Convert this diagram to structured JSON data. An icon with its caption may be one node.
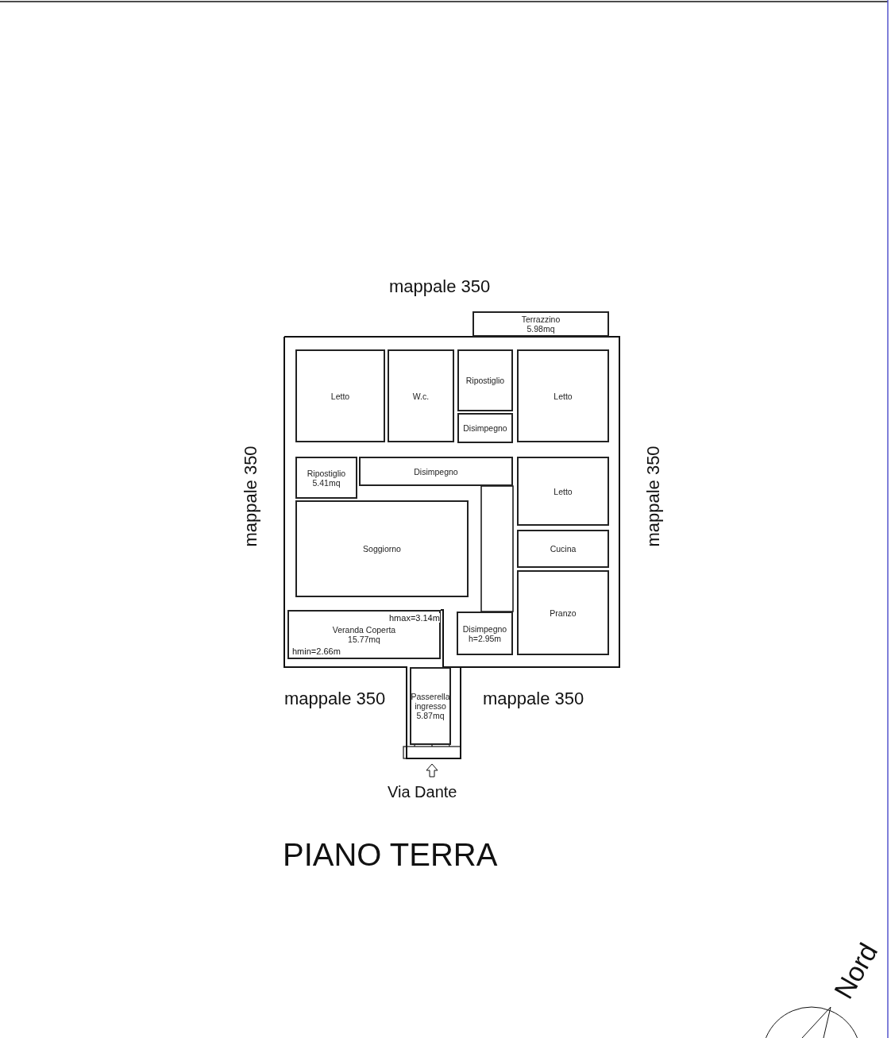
{
  "diagram": {
    "title": "PIANO TERRA",
    "nodes": [
      {
        "text": [
          "Terrazzino",
          "5.98mq"
        ]
      },
      {
        "text": [
          "Letto"
        ]
      },
      {
        "text": [
          "W.c."
        ]
      },
      {
        "text": [
          "Ripostiglio"
        ]
      },
      {
        "text": [
          "Letto"
        ]
      },
      {
        "text": [
          "Disimpegno"
        ]
      },
      {
        "text": [
          "Ripostiglio",
          "5.41mq"
        ]
      },
      {
        "text": [
          "Disimpegno"
        ]
      },
      {
        "text": [
          "Letto"
        ]
      },
      {
        "text": [
          "Soggiorno"
        ]
      },
      {
        "text": [
          "Cucina"
        ]
      },
      {
        "text": [
          "Pranzo"
        ]
      },
      {
        "text": [
          "Veranda Coperta",
          "15.77mq"
        ]
      },
      {
        "text": [
          "Disimpegno",
          "h=2.95m"
        ]
      },
      {
        "text": [
          "Passerella ingresso",
          "5.87mq"
        ]
      }
    ],
    "labels": [
      "mappale 350",
      "mappale 350",
      "mappale 350",
      "hmax=3.14m",
      "hmin=2.66m",
      "mappale 350",
      "mappale 350",
      "Via Dante",
      "Nord"
    ]
  }
}
